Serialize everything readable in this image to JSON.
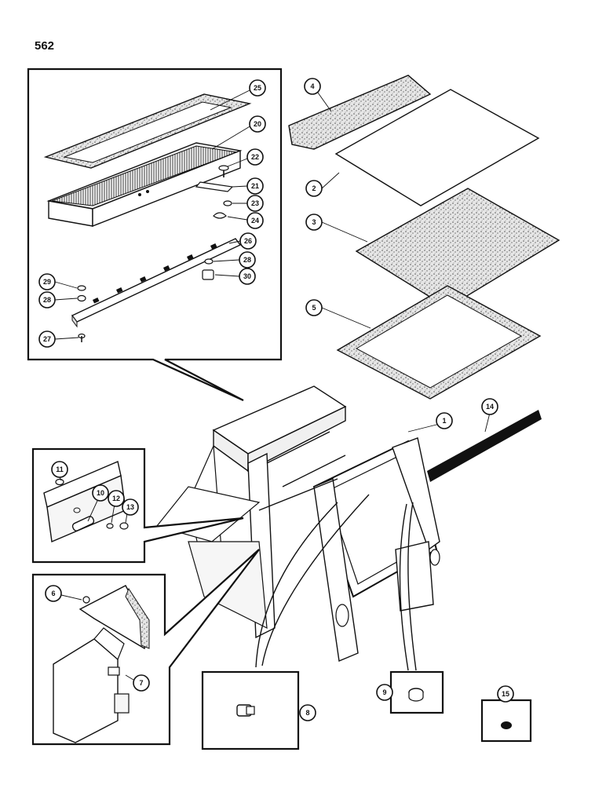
{
  "page_number": "562",
  "callouts": {
    "c1": "1",
    "c2": "2",
    "c3": "3",
    "c4": "4",
    "c5": "5",
    "c6": "6",
    "c7": "7",
    "c8": "8",
    "c9": "9",
    "c10": "10",
    "c11": "11",
    "c12": "12",
    "c13": "13",
    "c14": "14",
    "c15": "15",
    "c20": "20",
    "c21": "21",
    "c22": "22",
    "c23": "23",
    "c24": "24",
    "c25": "25",
    "c26": "26",
    "c27": "27",
    "c28a": "28",
    "c28b": "28",
    "c29": "29",
    "c30": "30"
  }
}
